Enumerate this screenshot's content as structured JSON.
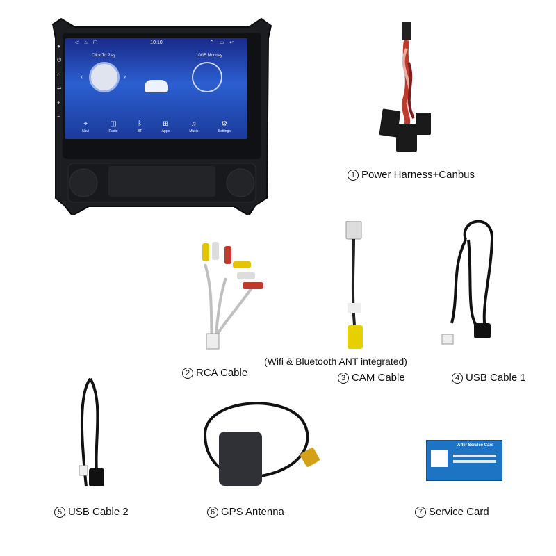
{
  "captions": {
    "power": {
      "num": "1",
      "label": "Power Harness+Canbus"
    },
    "rca": {
      "num": "2",
      "label": "RCA Cable"
    },
    "cam": {
      "num": "3",
      "label": "CAM Cable"
    },
    "usb1": {
      "num": "4",
      "label": "USB Cable 1"
    },
    "usb2": {
      "num": "5",
      "label": "USB Cable 2"
    },
    "gps": {
      "num": "6",
      "label": "GPS Antenna"
    },
    "card": {
      "num": "7",
      "label": "Service Card"
    },
    "cam_note": "(Wifi & Bluetooth ANT integrated)"
  },
  "screen": {
    "time": "10:10",
    "click_to_play": "Click To Play",
    "date": "10/15 Monday",
    "dock": [
      {
        "label": "Navi",
        "icon": "location-icon"
      },
      {
        "label": "Radio",
        "icon": "radio-icon"
      },
      {
        "label": "BT",
        "icon": "bluetooth-icon"
      },
      {
        "label": "Apps",
        "icon": "apps-icon"
      },
      {
        "label": "Music",
        "icon": "music-icon"
      },
      {
        "label": "Settings",
        "icon": "settings-icon"
      }
    ]
  },
  "service_card": {
    "title": "After Service Card"
  }
}
